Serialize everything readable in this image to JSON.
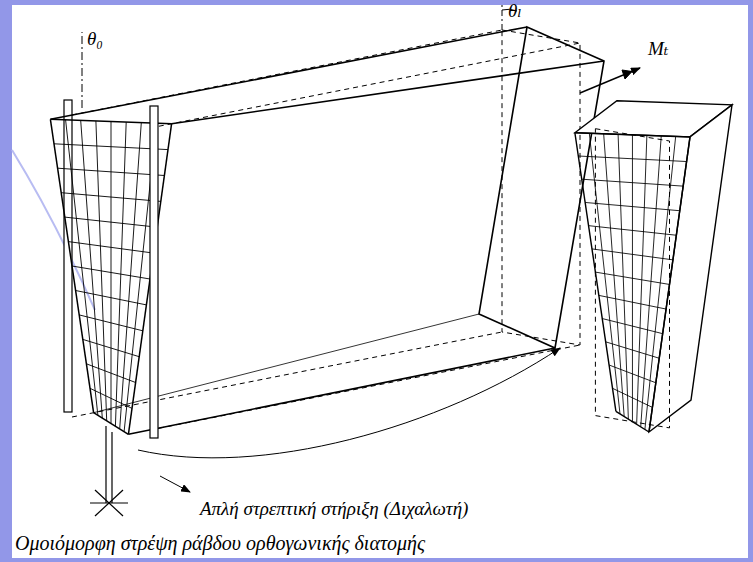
{
  "diagram": {
    "caption": "Ομοιόμορφη στρέψη ράβδου ορθογωνικής διατομής",
    "labels": [
      "θ₀",
      "θₗ",
      "Mₜ",
      "Απλή στρεπτική στήριξη (Διχαλωτή)"
    ]
  }
}
